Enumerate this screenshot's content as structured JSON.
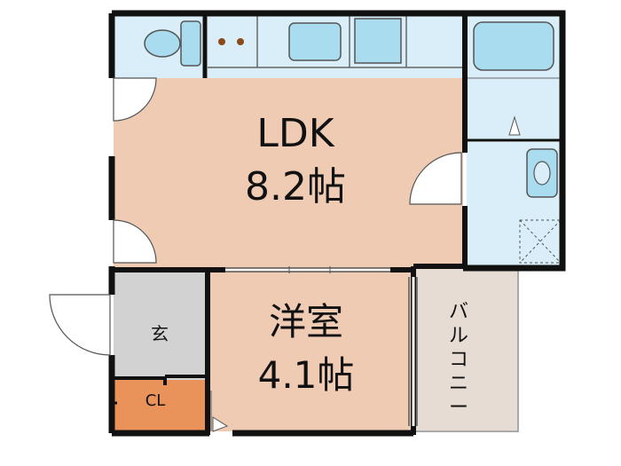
{
  "rooms": {
    "ldk": {
      "name": "LDK",
      "area": "8.2帖"
    },
    "western": {
      "name": "洋室",
      "area": "4.1帖"
    },
    "entrance": {
      "name": "玄"
    },
    "closet": {
      "name": "CL"
    },
    "balcony": {
      "name": "バルコニー"
    }
  },
  "colors": {
    "wall": "#111111",
    "ldk_floor": "#efcbb3",
    "western_floor": "#efcbb3",
    "wet_area": "#d9eef9",
    "fixture": "#a9dcef",
    "entrance": "#d2d2d2",
    "closet": "#e9935a",
    "balcony": "#e7dcd3"
  }
}
